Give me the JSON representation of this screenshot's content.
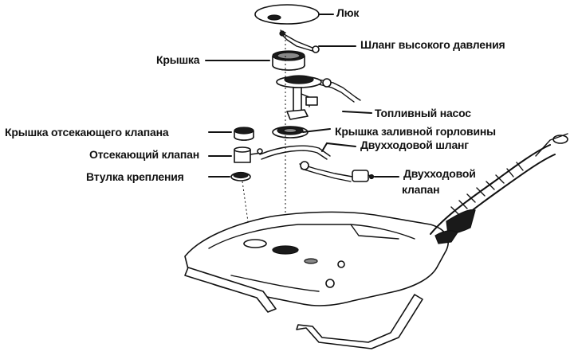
{
  "labels": {
    "hatch": "Люк",
    "high_pressure_hose": "Шланг высокого давления",
    "cover": "Крышка",
    "fuel_pump": "Топливный насос",
    "filler_neck_cap": "Крышка заливной горловины",
    "cutoff_valve_cover": "Крышка отсекающего клапана",
    "cutoff_valve": "Отсекающий клапан",
    "two_way_hose": "Двухходовой шланг",
    "mounting_bushing": "Втулка крепления",
    "two_way_valve_line1": "Двухходовой",
    "two_way_valve_line2": "клапан"
  }
}
